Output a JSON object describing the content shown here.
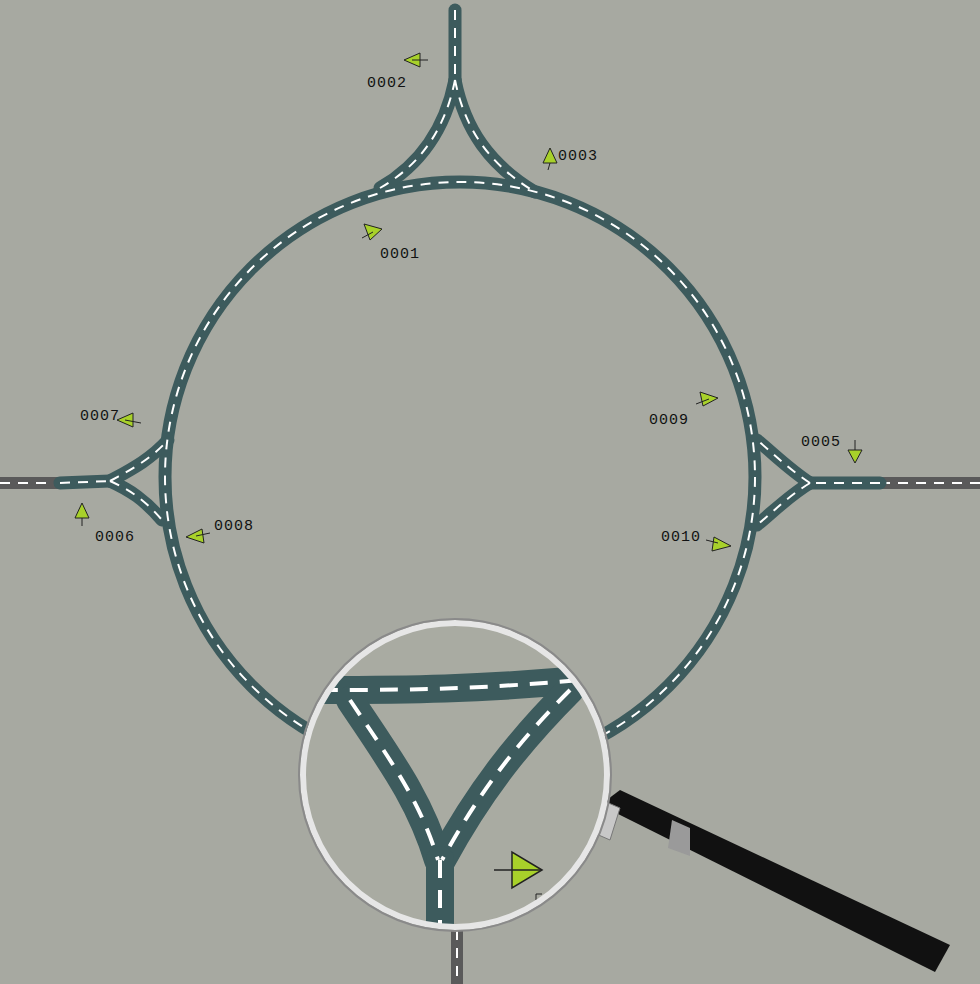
{
  "diagram": {
    "labels": [
      "0002",
      "0003",
      "0001",
      "0007",
      "0009",
      "0005",
      "0006",
      "0008",
      "0010"
    ]
  }
}
